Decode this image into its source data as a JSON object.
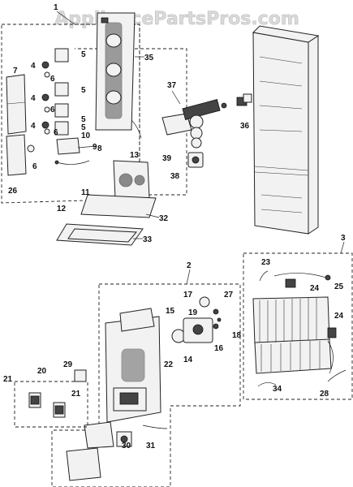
{
  "watermark": "AppliancePartsPros.com",
  "labels": {
    "l1": "1",
    "l2": "2",
    "l3": "3",
    "l4a": "4",
    "l4b": "4",
    "l4c": "4",
    "l5a": "5",
    "l5b": "5",
    "l5c": "5",
    "l5d": "5",
    "l6a": "6",
    "l6b": "6",
    "l6c": "6",
    "l6d": "6",
    "l7": "7",
    "l8": "8",
    "l9": "9",
    "l10": "10",
    "l11": "11",
    "l12": "12",
    "l13": "13",
    "l14": "14",
    "l15": "15",
    "l16": "16",
    "l17": "17",
    "l18": "18",
    "l19": "19",
    "l20": "20",
    "l21a": "21",
    "l21b": "21",
    "l22": "22",
    "l23": "23",
    "l24a": "24",
    "l24b": "24",
    "l25": "25",
    "l26": "26",
    "l27": "27",
    "l28": "28",
    "l29": "29",
    "l30": "30",
    "l31": "31",
    "l32": "32",
    "l33": "33",
    "l34": "34",
    "l35": "35",
    "l36": "36",
    "l37": "37",
    "l38": "38",
    "l39": "39"
  }
}
